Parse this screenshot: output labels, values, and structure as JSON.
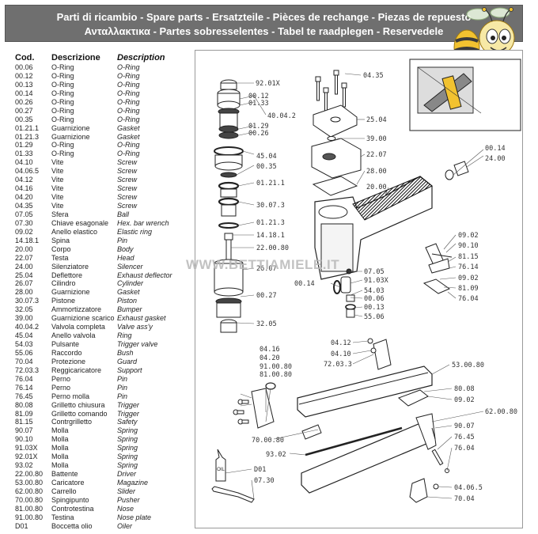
{
  "header": {
    "line1": "Parti di ricambio - Spare parts - Ersatzteile - Pièces de rechange - Piezas de repuesto",
    "line2": "Ανταλλακτικα - Partes sobresselentes - Tabel te raadplegen - Reservedele"
  },
  "table": {
    "col_code": "Cod.",
    "col_desc": "Descrizione",
    "col_description": "Description",
    "rows": [
      {
        "code": "00.06",
        "it": "O-Ring",
        "en": "O-Ring"
      },
      {
        "code": "00.12",
        "it": "O-Ring",
        "en": "O-Ring"
      },
      {
        "code": "00.13",
        "it": "O-Ring",
        "en": "O-Ring"
      },
      {
        "code": "00.14",
        "it": "O-Ring",
        "en": "O-Ring"
      },
      {
        "code": "00.26",
        "it": "O-Ring",
        "en": "O-Ring"
      },
      {
        "code": "00.27",
        "it": "O-Ring",
        "en": "O-Ring"
      },
      {
        "code": "00.35",
        "it": "O-Ring",
        "en": "O-Ring"
      },
      {
        "code": "01.21.1",
        "it": "Guarnizione",
        "en": "Gasket"
      },
      {
        "code": "01.21.3",
        "it": "Guarnizione",
        "en": "Gasket"
      },
      {
        "code": "01.29",
        "it": "O-Ring",
        "en": "O-Ring"
      },
      {
        "code": "01.33",
        "it": "O-Ring",
        "en": "O-Ring"
      },
      {
        "code": "04.10",
        "it": "Vite",
        "en": "Screw"
      },
      {
        "code": "04.06.5",
        "it": "Vite",
        "en": "Screw"
      },
      {
        "code": "04.12",
        "it": "Vite",
        "en": "Screw"
      },
      {
        "code": "04.16",
        "it": "Vite",
        "en": "Screw"
      },
      {
        "code": "04.20",
        "it": "Vite",
        "en": "Screw"
      },
      {
        "code": "04.35",
        "it": "Vite",
        "en": "Screw"
      },
      {
        "code": "07.05",
        "it": "Sfera",
        "en": "Ball"
      },
      {
        "code": "07.30",
        "it": "Chiave esagonale",
        "en": "Hex. bar wrench"
      },
      {
        "code": "09.02",
        "it": "Anello elastico",
        "en": "Elastic ring"
      },
      {
        "code": "14.18.1",
        "it": "Spina",
        "en": "Pin"
      },
      {
        "code": "20.00",
        "it": "Corpo",
        "en": "Body"
      },
      {
        "code": "22.07",
        "it": "Testa",
        "en": "Head"
      },
      {
        "code": "24.00",
        "it": "Silenziatore",
        "en": "Silencer"
      },
      {
        "code": "25.04",
        "it": "Deflettore",
        "en": "Exhaust deflector"
      },
      {
        "code": "26.07",
        "it": "Cilindro",
        "en": "Cylinder"
      },
      {
        "code": "28.00",
        "it": "Guarnizione",
        "en": "Gasket"
      },
      {
        "code": "30.07.3",
        "it": "Pistone",
        "en": "Piston"
      },
      {
        "code": "32.05",
        "it": "Ammortizzatore",
        "en": "Bumper"
      },
      {
        "code": "39.00",
        "it": "Guarnizione scarico",
        "en": "Exhaust gasket"
      },
      {
        "code": "40.04.2",
        "it": "Valvola completa",
        "en": "Valve ass'y"
      },
      {
        "code": "45.04",
        "it": "Anello valvola",
        "en": "Ring"
      },
      {
        "code": "54.03",
        "it": "Pulsante",
        "en": "Trigger valve"
      },
      {
        "code": "55.06",
        "it": "Raccordo",
        "en": "Bush"
      },
      {
        "code": "70.04",
        "it": "Protezione",
        "en": "Guard"
      },
      {
        "code": "72.03.3",
        "it": "Reggicaricatore",
        "en": "Support"
      },
      {
        "code": "76.04",
        "it": "Perno",
        "en": "Pin"
      },
      {
        "code": "76.14",
        "it": "Perno",
        "en": "Pin"
      },
      {
        "code": "76.45",
        "it": "Perno molla",
        "en": "Pin"
      },
      {
        "code": "80.08",
        "it": "Grilletto chiusura",
        "en": "Trigger"
      },
      {
        "code": "81.09",
        "it": "Grilletto comando",
        "en": "Trigger"
      },
      {
        "code": "81.15",
        "it": "Contrgrilletto",
        "en": "Safety"
      },
      {
        "code": "90.07",
        "it": "Molla",
        "en": "Spring"
      },
      {
        "code": "90.10",
        "it": "Molla",
        "en": "Spring"
      },
      {
        "code": "91.03X",
        "it": "Molla",
        "en": "Spring"
      },
      {
        "code": "92.01X",
        "it": "Molla",
        "en": "Spring"
      },
      {
        "code": "93.02",
        "it": "Molla",
        "en": "Spring"
      },
      {
        "code": "22.00.80",
        "it": "Battente",
        "en": "Driver"
      },
      {
        "code": "53.00.80",
        "it": "Caricatore",
        "en": "Magazine"
      },
      {
        "code": "62.00.80",
        "it": "Carrello",
        "en": "Slider"
      },
      {
        "code": "70.00.80",
        "it": "Spingipunto",
        "en": "Pusher"
      },
      {
        "code": "81.00.80",
        "it": "Controtestina",
        "en": "Nose"
      },
      {
        "code": "91.00.80",
        "it": "Testina",
        "en": "Nose plate"
      },
      {
        "code": "D01",
        "it": "Boccetta olio",
        "en": "Oiler"
      }
    ]
  },
  "watermark": "WWW.BETTIAMIELE.IT",
  "diagram": {
    "labels": {
      "p92_01x": "92.01X",
      "p00_12": "00.12",
      "p01_33": "01.33",
      "p40_04_2": "40.04.2",
      "p01_29": "01.29",
      "p00_26": "00.26",
      "p45_04": "45.04",
      "p00_35": "00.35",
      "p01_21_1": "01.21.1",
      "p30_07_3": "30.07.3",
      "p01_21_3": "01.21.3",
      "p14_18_1": "14.18.1",
      "p22_00_80": "22.00.80",
      "p26_07": "26.07",
      "p00_27": "00.27",
      "p32_05": "32.05",
      "p04_35": "04.35",
      "p25_04": "25.04",
      "p39_00": "39.00",
      "p22_07": "22.07",
      "p28_00": "28.00",
      "p20_00": "20.00",
      "p00_14a": "00.14",
      "p24_00": "24.00",
      "p09_02a": "09.02",
      "p90_10": "90.10",
      "p81_15": "81.15",
      "p76_14": "76.14",
      "p09_02b": "09.02",
      "p81_09": "81.09",
      "p76_04a": "76.04",
      "p07_05": "07.05",
      "p91_03x": "91.03X",
      "p00_14b": "00.14",
      "p54_03": "54.03",
      "p00_06": "00.06",
      "p00_13": "00.13",
      "p55_06": "55.06",
      "p04_12": "04.12",
      "p04_10": "04.10",
      "p72_03_3": "72.03.3",
      "p53_00_80": "53.00.80",
      "p04_16": "04.16",
      "p04_20": "04.20",
      "p91_00_80": "91.00.80",
      "p81_00_80": "81.00.80",
      "p80_08": "80.08",
      "p09_02c": "09.02",
      "p62_00_80": "62.00.80",
      "p70_00_80": "70.00.80",
      "p90_07": "90.07",
      "p76_45": "76.45",
      "p93_02": "93.02",
      "p76_04b": "76.04",
      "pD01": "D01",
      "p07_30": "07.30",
      "p04_06_5": "04.06.5",
      "p70_04": "70.04",
      "oil": "OIL"
    }
  }
}
